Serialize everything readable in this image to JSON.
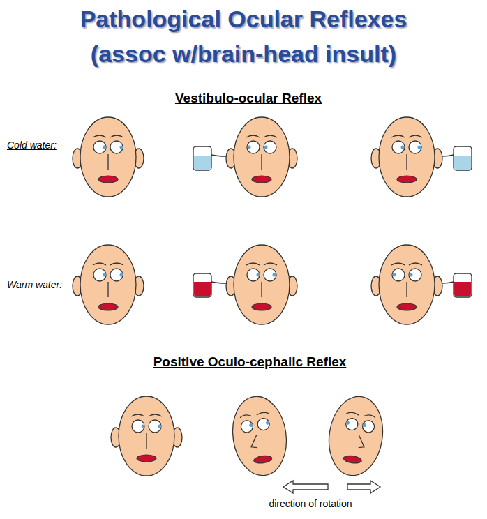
{
  "diagram": {
    "title": "Pathological Ocular Reflexes (assoc w/brain-head insult)",
    "labels": [
      "Vestibulo-ocular Reflex",
      "Cold water:",
      "Warm water:",
      "Positive Oculo-cephalic Reflex",
      "direction of rotation"
    ]
  }
}
